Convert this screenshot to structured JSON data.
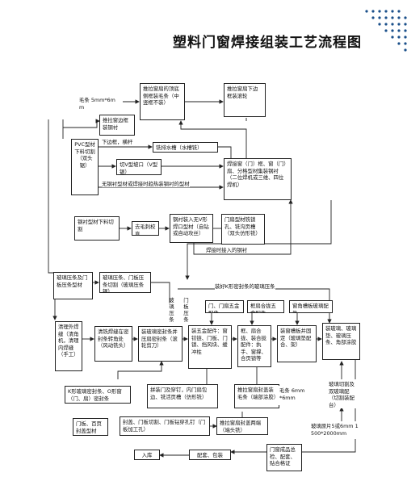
{
  "title": "塑料门窗焊接组装工艺流程图",
  "boxes": {
    "b_maotiao": "毛条 5mm*6mm",
    "b_top_sweep": "推拉窗扇的顶底侧框装毛条（中竖框不装）",
    "b_lower_sweep": "推拉窗扇下边框装滚轮",
    "b_side_sweep": "推拉窗边框装钢衬",
    "b_pvc_cut": "PVC型材下料切割（双头锯）",
    "b_mill_drain": "铣排水槽（水槽铣）",
    "b_v_cut": "切V型坡口（V型锯）",
    "b_weld": "焊接窗（门）框、窗（门）扇、分格型材集装钢衬（二位焊机或三维、四位焊机）",
    "b_steel_cut": "钢衬型材下料切割",
    "b_deburr": "去毛刺校直",
    "b_steel_install": "钢衬装入无V形焊口型材（自钻或自动攻丝）",
    "b_lock_mill": "门扇型材铣锁孔、铣沟页槽（双头仿形铣）",
    "b_glass_strip_cut": "玻璃压条及门板压条型材",
    "b_glass_strip_cut2": "玻璃压条、门板压条切割（玻璃压条锯）",
    "b_clean_outer": "清理外焊缝（清角机，清理内焊缝（手工）",
    "b_clean_corner": "清铣焊缝在密封条转角处（风动铣头）",
    "b_seal_strip": "装玻璃密封条并压扇密封条（滚轮剪刀）",
    "b_hardware1": "装五金配件：窗铰链、门板、门锁、挡风块、缓冲柱",
    "b_hardware2": "框、扇合拢、装合拢配件：执手、窗撑、合页锁等",
    "b_gasket": "装窗槽板并固定（玻璃垫配合、架）",
    "b_glass_install": "装玻璃、玻璃垫、玻璃压条、角部涂胶",
    "b_door_hw": "门、门扇五金配件",
    "b_frame_hw": "框扇合拢五金配件",
    "b_window_hw": "窗角槽板玻璃配件",
    "b_k_seal": "K形玻璃密封条、O形窗（门、扇）密封条",
    "b_assemble_door": "拼装门及穿钉，内门扇包边、铣活页槽（仿形铣）",
    "b_slide_seal": "推拉窗扇封盖装毛条（端部涂胶）",
    "b_maotiao2": "毛条 6mm*6mm",
    "b_glass_cut": "玻璃切割及双玻璃配（切割装配台）",
    "b_door_panel": "门板、百页封盖型材",
    "b_cover_cut": "封盖、门板切割、门板钻穿孔钉（门板加工孔）",
    "b_cap_seal": "推拉窗扇封盖两端（端头铣）",
    "b_glass_spec": "玻璃原片5或6mm 1500*2000mm",
    "b_final": "门窗成品总检、配套、贴合格证",
    "b_pack": "配套、包装",
    "b_store": "入库"
  },
  "labels": {
    "l_lower_frame": "下边框，横杆",
    "l_no_steel": "无钢衬型材或焊接时趋热装钢衬的型材",
    "l_weld_steel": "焊接时接入的钢衬",
    "l_good_k": "装好K形密封条的玻璃压条",
    "l_door_strip": "门板压条",
    "l_glass_strip": "玻璃压条"
  }
}
